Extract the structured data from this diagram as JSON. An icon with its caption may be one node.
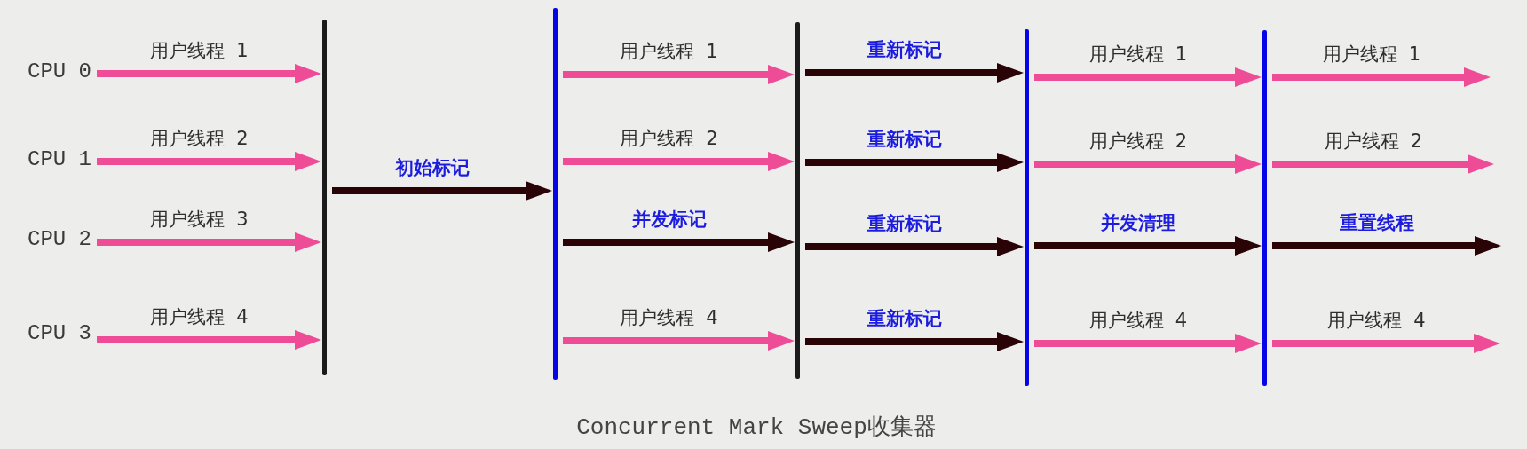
{
  "diagram": {
    "caption": "Concurrent Mark Sweep收集器",
    "nodes": [
      {
        "text": [
          "CPU 0"
        ]
      },
      {
        "text": [
          "CPU 1"
        ]
      },
      {
        "text": [
          "CPU 2"
        ]
      },
      {
        "text": [
          "CPU 3"
        ]
      },
      {
        "text": [],
        "shape": "bar"
      },
      {
        "text": [],
        "shape": "bar"
      },
      {
        "text": [],
        "shape": "bar"
      },
      {
        "text": [],
        "shape": "bar"
      },
      {
        "text": [],
        "shape": "bar"
      }
    ],
    "edges": [
      {
        "from": 0,
        "to": 4,
        "arrow": "to",
        "label": "用户线程 1"
      },
      {
        "from": 1,
        "to": 4,
        "arrow": "to",
        "label": "用户线程 2"
      },
      {
        "from": 2,
        "to": 4,
        "arrow": "to",
        "label": "用户线程 3"
      },
      {
        "from": 3,
        "to": 4,
        "arrow": "to",
        "label": "用户线程 4"
      },
      {
        "from": 4,
        "to": 5,
        "arrow": "to",
        "label": "初始标记",
        "color": "#2a0306"
      },
      {
        "from": 5,
        "to": 6,
        "arrow": "to",
        "label": "用户线程 1"
      },
      {
        "from": 5,
        "to": 6,
        "arrow": "to",
        "label": "用户线程 2"
      },
      {
        "from": 5,
        "to": 6,
        "arrow": "to",
        "label": "并发标记",
        "color": "#2a0306"
      },
      {
        "from": 5,
        "to": 6,
        "arrow": "to",
        "label": "用户线程 4"
      },
      {
        "from": 6,
        "to": 7,
        "arrow": "to",
        "label": "重新标记",
        "color": "#2a0306"
      },
      {
        "from": 6,
        "to": 7,
        "arrow": "to",
        "label": "重新标记",
        "color": "#2a0306"
      },
      {
        "from": 6,
        "to": 7,
        "arrow": "to",
        "label": "重新标记",
        "color": "#2a0306"
      },
      {
        "from": 6,
        "to": 7,
        "arrow": "to",
        "label": "重新标记",
        "color": "#2a0306"
      },
      {
        "from": 7,
        "to": 8,
        "arrow": "to",
        "label": "用户线程 1"
      },
      {
        "from": 7,
        "to": 8,
        "arrow": "to",
        "label": "用户线程 2"
      },
      {
        "from": 7,
        "to": 8,
        "arrow": "to",
        "label": "并发清理",
        "color": "#2a0306"
      },
      {
        "from": 7,
        "to": 8,
        "arrow": "to",
        "label": "用户线程 4"
      },
      {
        "from": 8,
        "to": null,
        "arrow": "to",
        "label": "用户线程 1"
      },
      {
        "from": 8,
        "to": null,
        "arrow": "to",
        "label": "用户线程 2"
      },
      {
        "from": 8,
        "to": null,
        "arrow": "to",
        "label": "重置线程",
        "color": "#2a0306"
      },
      {
        "from": 8,
        "to": null,
        "arrow": "to",
        "label": "用户线程 4"
      }
    ]
  }
}
